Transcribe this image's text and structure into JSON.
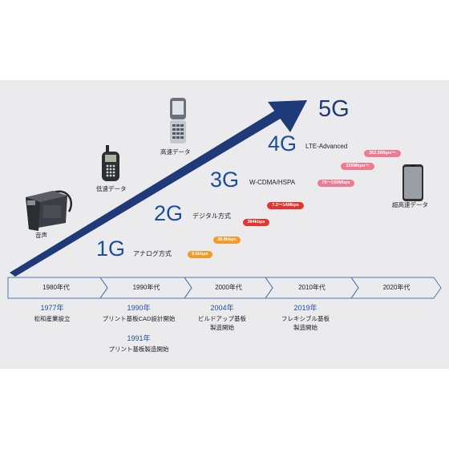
{
  "colors": {
    "background_band": "#ebebed",
    "arrow_navy": "#1f3a78",
    "generation_blue": "#1c4e9c",
    "milestone_year": "#1e4f9e",
    "pill_orange": "#f39a2b",
    "pill_red": "#e3342f",
    "pill_pink": "#ee7b92"
  },
  "generations": [
    {
      "label": "1G",
      "tech": "アナログ方式"
    },
    {
      "label": "2G",
      "tech": "デジタル方式"
    },
    {
      "label": "3G",
      "tech": "W-CDMA/HSPA"
    },
    {
      "label": "4G",
      "tech": "LTE-Advanced"
    },
    {
      "label": "5G",
      "tech": ""
    }
  ],
  "speeds": [
    {
      "text": "9.6kbps"
    },
    {
      "text": "28.8kbps"
    },
    {
      "text": "384kbps"
    },
    {
      "text": "7.2〜14Mbps"
    },
    {
      "text": "75〜150Mbps"
    },
    {
      "text": "225Mbps〜"
    },
    {
      "text": "262.5Mbps〜"
    }
  ],
  "devices": [
    {
      "icon": "shoulder-phone-icon",
      "label": "音声"
    },
    {
      "icon": "feature-phone-icon",
      "label": "低速データ"
    },
    {
      "icon": "flip-phone-icon",
      "label": "高速データ"
    },
    {
      "icon": "smartphone-icon",
      "label": "超高速データ"
    }
  ],
  "decades": [
    "1980年代",
    "1990年代",
    "2000年代",
    "2010年代",
    "2020年代"
  ],
  "milestones": [
    {
      "year": "1977年",
      "text": "松和産業設立"
    },
    {
      "year": "1990年",
      "text": "プリント基板CAD設計開始"
    },
    {
      "year": "1991年",
      "text": "プリント基板製造開始"
    },
    {
      "year": "2004年",
      "text": "ビルドアップ基板\n製造開始"
    },
    {
      "year": "2019年",
      "text": "フレキシブル基板\n製造開始"
    }
  ]
}
